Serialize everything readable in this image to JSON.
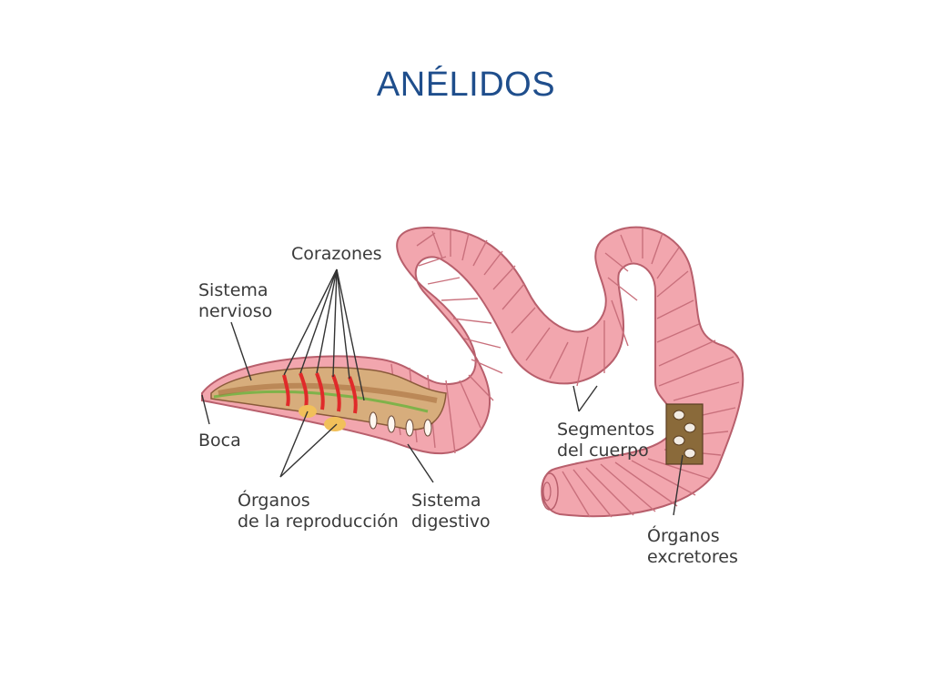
{
  "slide": {
    "title": "ANÉLIDOS"
  },
  "diagram": {
    "labels": {
      "corazones": "Corazones",
      "sistema_nervioso": [
        "Sistema",
        "nervioso"
      ],
      "boca": "Boca",
      "organos_reproduccion": [
        "Órganos",
        "de la reproducción"
      ],
      "sistema_digestivo": [
        "Sistema",
        "digestivo"
      ],
      "segmentos": [
        "Segmentos",
        "del cuerpo"
      ],
      "organos_excretores": [
        "Órganos",
        "excretores"
      ]
    },
    "colors": {
      "title": "#1f4e8c",
      "body_fill": "#f2a6ae",
      "segment_line": "#c9707c",
      "interior": "#c79a6a",
      "hearts": "#e02a2a",
      "nerve": "#7fb24a",
      "repro": "#f1c05a",
      "leader": "#333333"
    }
  }
}
